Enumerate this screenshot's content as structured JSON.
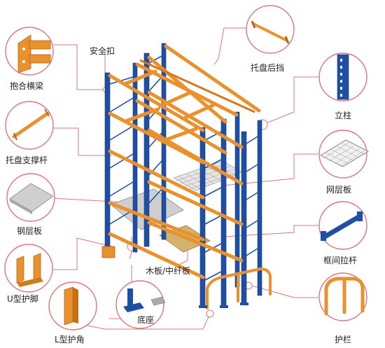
{
  "labels": {
    "safety_pin": "安全扣",
    "holding_beam": "抱合横梁",
    "pallet_support": "托盘支撑杆",
    "steel_deck": "钢层板",
    "u_protector": "U型护脚",
    "l_protector": "L型护角",
    "base_plate": "底座",
    "wood_board": "木板/中纤板",
    "pallet_stop": "托盘后挡",
    "upright": "立柱",
    "wire_deck": "网层板",
    "frame_bracing": "框间拉杆",
    "guardrail": "护栏"
  },
  "colors": {
    "upright_blue": "#1f4fa5",
    "beam_orange": "#e9912d",
    "leader_pink": "#d9777f",
    "deck_gray": "#c9c9c9",
    "board_tan": "#d2b26c"
  }
}
